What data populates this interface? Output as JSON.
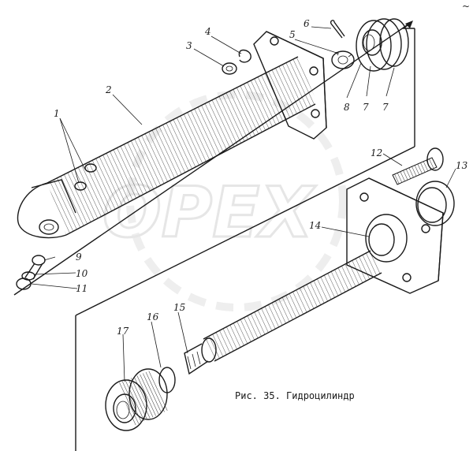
{
  "caption": "Рис. 35. Гидроцилиндр",
  "watermark": "OPEX",
  "top_corner_mark": "~",
  "part_labels": [
    {
      "id": "1",
      "text": "1"
    },
    {
      "id": "2",
      "text": "2"
    },
    {
      "id": "3",
      "text": "3"
    },
    {
      "id": "4",
      "text": "4"
    },
    {
      "id": "5",
      "text": "5"
    },
    {
      "id": "6",
      "text": "6"
    },
    {
      "id": "7a",
      "text": "7"
    },
    {
      "id": "7b",
      "text": "7"
    },
    {
      "id": "8",
      "text": "8"
    },
    {
      "id": "9",
      "text": "9"
    },
    {
      "id": "10",
      "text": "10"
    },
    {
      "id": "11",
      "text": "11"
    },
    {
      "id": "12",
      "text": "12"
    },
    {
      "id": "13",
      "text": "13"
    },
    {
      "id": "14",
      "text": "14"
    },
    {
      "id": "15",
      "text": "15"
    },
    {
      "id": "16",
      "text": "16"
    },
    {
      "id": "17",
      "text": "17"
    }
  ]
}
